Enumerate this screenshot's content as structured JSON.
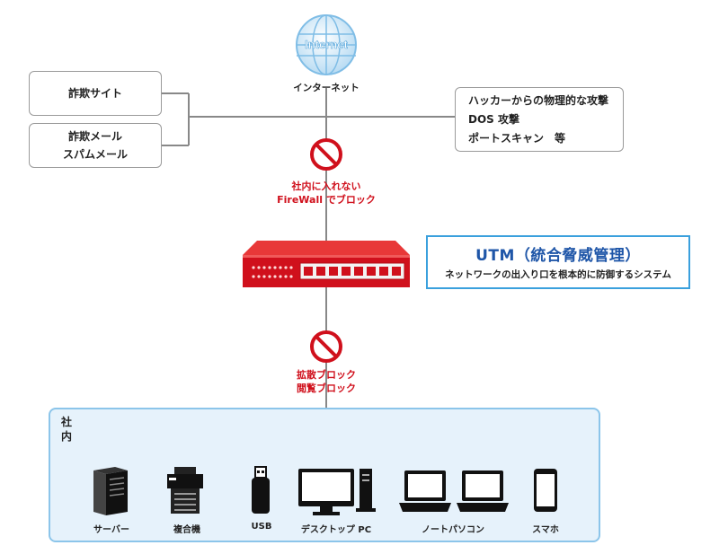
{
  "internet": {
    "globe_text": "Internet",
    "label": "インターネット"
  },
  "left_boxes": {
    "box1": "詐欺サイト",
    "box2_line1": "詐欺メール",
    "box2_line2": "スパムメール"
  },
  "right_box": {
    "line1": "ハッカーからの物理的な攻撃",
    "line2": "DOS 攻撃",
    "line3": "ポートスキャン　等"
  },
  "block_top": {
    "line1": "社内に入れない",
    "line2": "FireWall でブロック"
  },
  "utm": {
    "title": "UTM（統合脅威管理）",
    "subtitle": "ネットワークの出入り口を根本的に防御するシステム"
  },
  "block_bottom": {
    "line1": "拡散ブロック",
    "line2": "閲覧ブロック"
  },
  "lan": {
    "title": "社内",
    "devices": [
      "サーバー",
      "複合機",
      "USB",
      "デスクトップ PC",
      "ノートパソコン",
      "スマホ"
    ]
  },
  "colors": {
    "red": "#d0101c",
    "blue": "#3aa0dd",
    "lan_bg": "#e6f2fb",
    "line": "#888888"
  }
}
